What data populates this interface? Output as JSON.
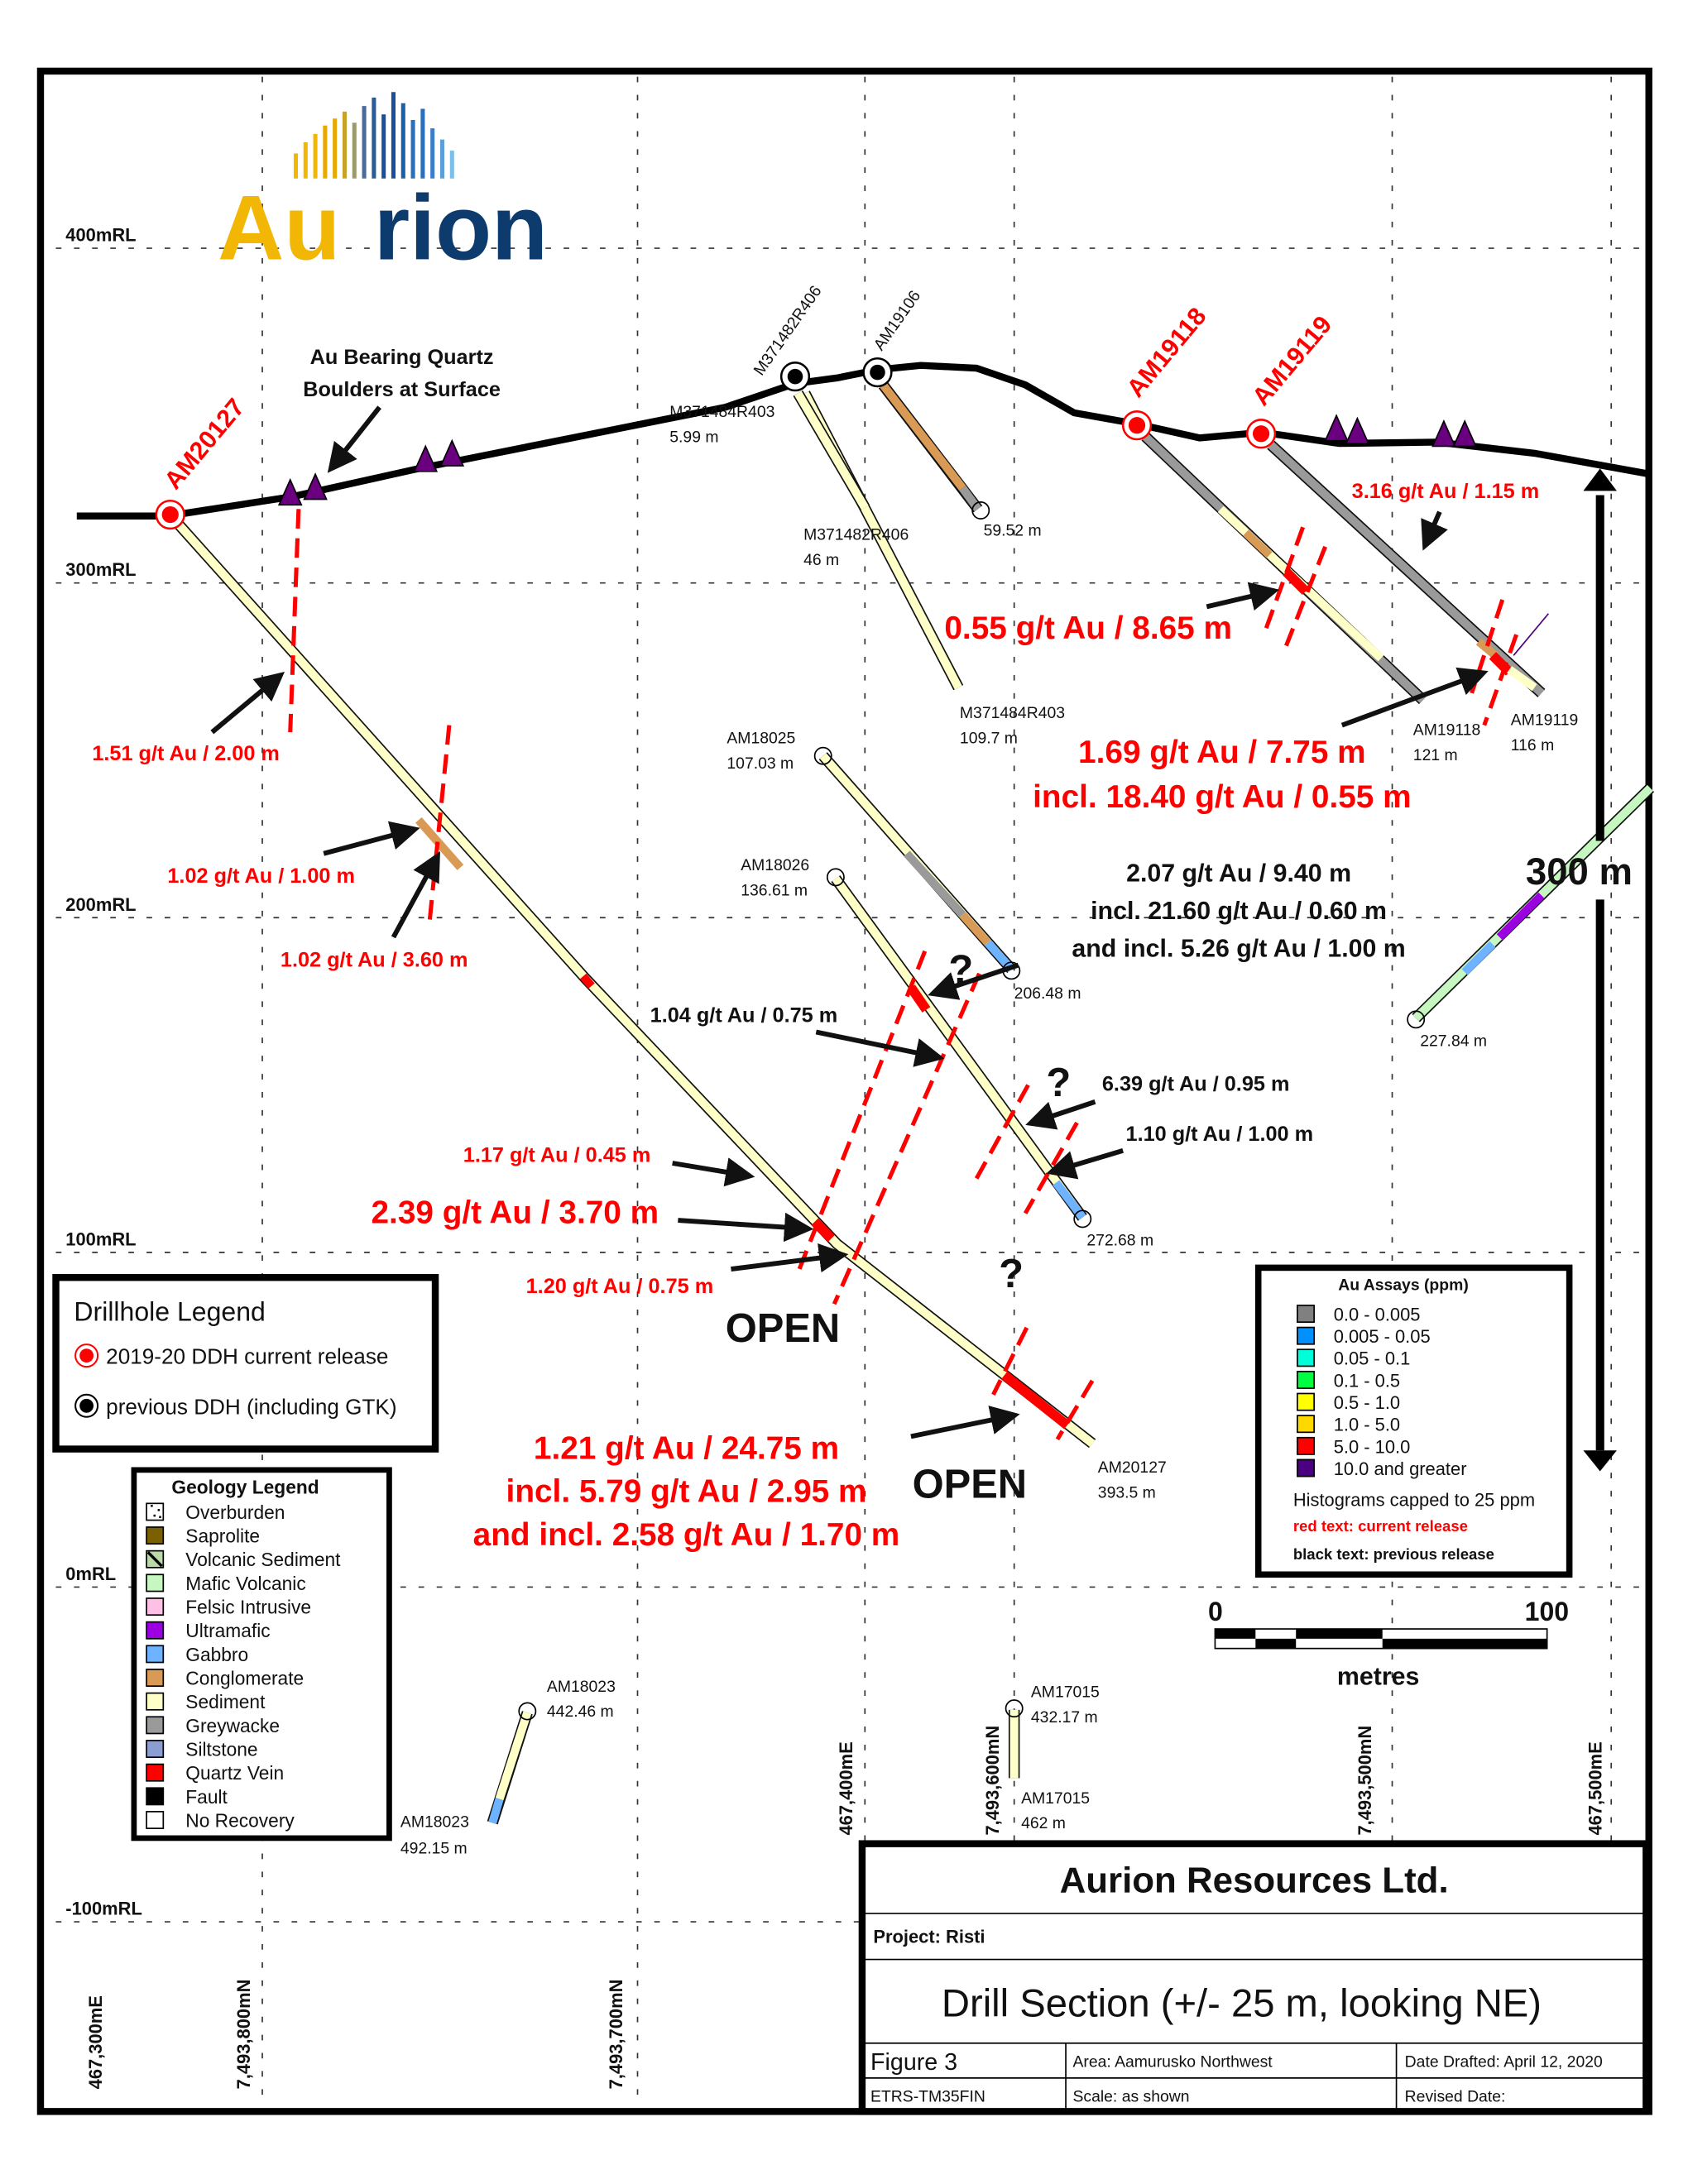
{
  "logo": {
    "text_au": "Au",
    "text_rest": "rion",
    "gold": "#f2b705",
    "navy": "#0d3b6e"
  },
  "grid": {
    "rl_labels": [
      "400mRL",
      "300mRL",
      "200mRL",
      "100mRL",
      "0mRL",
      "-100mRL"
    ],
    "coord_labels": [
      "467,300mE",
      "7,493,800mN",
      "7,493,700mN",
      "467,400mE",
      "7,493,600mN",
      "7,493,500mN",
      "467,500mE"
    ]
  },
  "surface_note": {
    "line1": "Au Bearing Quartz",
    "line2": "Boulders at Surface"
  },
  "holes": {
    "AM20127": {
      "name": "AM20127",
      "depth": "393.5 m"
    },
    "M371482R406": {
      "name": "M371482R406",
      "depth": "46 m"
    },
    "AM19106": {
      "name": "AM19106",
      "depth": "59.52 m"
    },
    "M371484R403": {
      "name": "M371484R403",
      "depth_top": "5.99 m",
      "depth": "109.7 m"
    },
    "AM19118": {
      "name": "AM19118",
      "depth": "121 m"
    },
    "AM19119": {
      "name": "AM19119",
      "depth": "116 m"
    },
    "AM18025": {
      "name": "AM18025",
      "depth_top": "107.03 m",
      "depth": "206.48 m"
    },
    "AM18026": {
      "name": "AM18026",
      "depth_top": "136.61 m",
      "depth": "272.68 m"
    },
    "right_hole": {
      "depth": "227.84 m"
    },
    "AM18023": {
      "name": "AM18023",
      "depth_top": "442.46 m",
      "depth": "492.15 m"
    },
    "AM17015": {
      "name": "AM17015",
      "depth_top": "432.17 m",
      "depth": "462 m"
    }
  },
  "intercepts": {
    "i1": "1.51 g/t Au / 2.00 m",
    "i2": "1.02 g/t Au / 1.00 m",
    "i3": "1.02 g/t Au / 3.60 m",
    "i4": "1.17 g/t Au / 0.45 m",
    "i5": "2.39 g/t Au / 3.70 m",
    "i6": "1.20 g/t Au / 0.75 m",
    "i7a": "1.21 g/t Au / 24.75 m",
    "i7b": "incl. 5.79 g/t Au / 2.95 m",
    "i7c": "and incl. 2.58 g/t Au / 1.70 m",
    "i8": "0.55 g/t Au / 8.65 m",
    "i9": "3.16 g/t Au / 1.15 m",
    "i10a": "1.69 g/t Au / 7.75 m",
    "i10b": "incl. 18.40 g/t Au / 0.55 m",
    "p1a": "2.07 g/t Au / 9.40 m",
    "p1b": "incl. 21.60 g/t Au / 0.60 m",
    "p1c": "and incl. 5.26 g/t Au / 1.00 m",
    "p2": "1.04 g/t Au / 0.75 m",
    "p3": "6.39 g/t Au / 0.95 m",
    "p4": "1.10 g/t Au / 1.00 m"
  },
  "annotations": {
    "open": "OPEN",
    "question": "?",
    "vertical_scale": "300 m"
  },
  "drillhole_legend": {
    "title": "Drillhole Legend",
    "items": [
      "2019-20 DDH current release",
      "previous DDH (including GTK)"
    ]
  },
  "geology_legend": {
    "title": "Geology Legend",
    "items": [
      {
        "label": "Overburden",
        "color": "#ffffff"
      },
      {
        "label": "Saprolite",
        "color": "#7a6000"
      },
      {
        "label": "Volcanic Sediment",
        "color": "#b9d9a8"
      },
      {
        "label": "Mafic Volcanic",
        "color": "#c6f7c0"
      },
      {
        "label": "Felsic Intrusive",
        "color": "#ffc0e6"
      },
      {
        "label": "Ultramafic",
        "color": "#9b00e0"
      },
      {
        "label": "Gabbro",
        "color": "#6eb3ff"
      },
      {
        "label": "Conglomerate",
        "color": "#d99a55"
      },
      {
        "label": "Sediment",
        "color": "#ffffc8"
      },
      {
        "label": "Greywacke",
        "color": "#9a9a9a"
      },
      {
        "label": "Siltstone",
        "color": "#8c9ed1"
      },
      {
        "label": "Quartz Vein",
        "color": "#ff0000"
      },
      {
        "label": "Fault",
        "color": "#000000"
      },
      {
        "label": "No Recovery",
        "color": "#ffffff"
      }
    ]
  },
  "assay_legend": {
    "title": "Au Assays (ppm)",
    "items": [
      {
        "label": "0.0 - 0.005",
        "color": "#808080"
      },
      {
        "label": "0.005 - 0.05",
        "color": "#0090ff"
      },
      {
        "label": "0.05 - 0.1",
        "color": "#00ffd8"
      },
      {
        "label": "0.1 - 0.5",
        "color": "#00ff40"
      },
      {
        "label": "0.5 - 1.0",
        "color": "#ffff00"
      },
      {
        "label": "1.0 - 5.0",
        "color": "#ffd800"
      },
      {
        "label": "5.0 - 10.0",
        "color": "#ff0000"
      },
      {
        "label": "10.0 and greater",
        "color": "#4b0082"
      }
    ],
    "note": "Histograms capped to 25 ppm",
    "red_note": "red text: current release",
    "black_note": "black text: previous release"
  },
  "scale_bar": {
    "min_label": "0",
    "max_label": "100",
    "unit": "metres"
  },
  "title_block": {
    "company": "Aurion Resources Ltd.",
    "project": "Project: Risti",
    "title": "Drill Section (+/- 25 m, looking NE)",
    "figure": "Figure  3",
    "area": "Area: Aamurusko Northwest",
    "date_drafted": "Date Drafted: April 12, 2020",
    "crs": "ETRS-TM35FIN",
    "scale": "Scale: as shown",
    "revised": "Revised Date:"
  }
}
